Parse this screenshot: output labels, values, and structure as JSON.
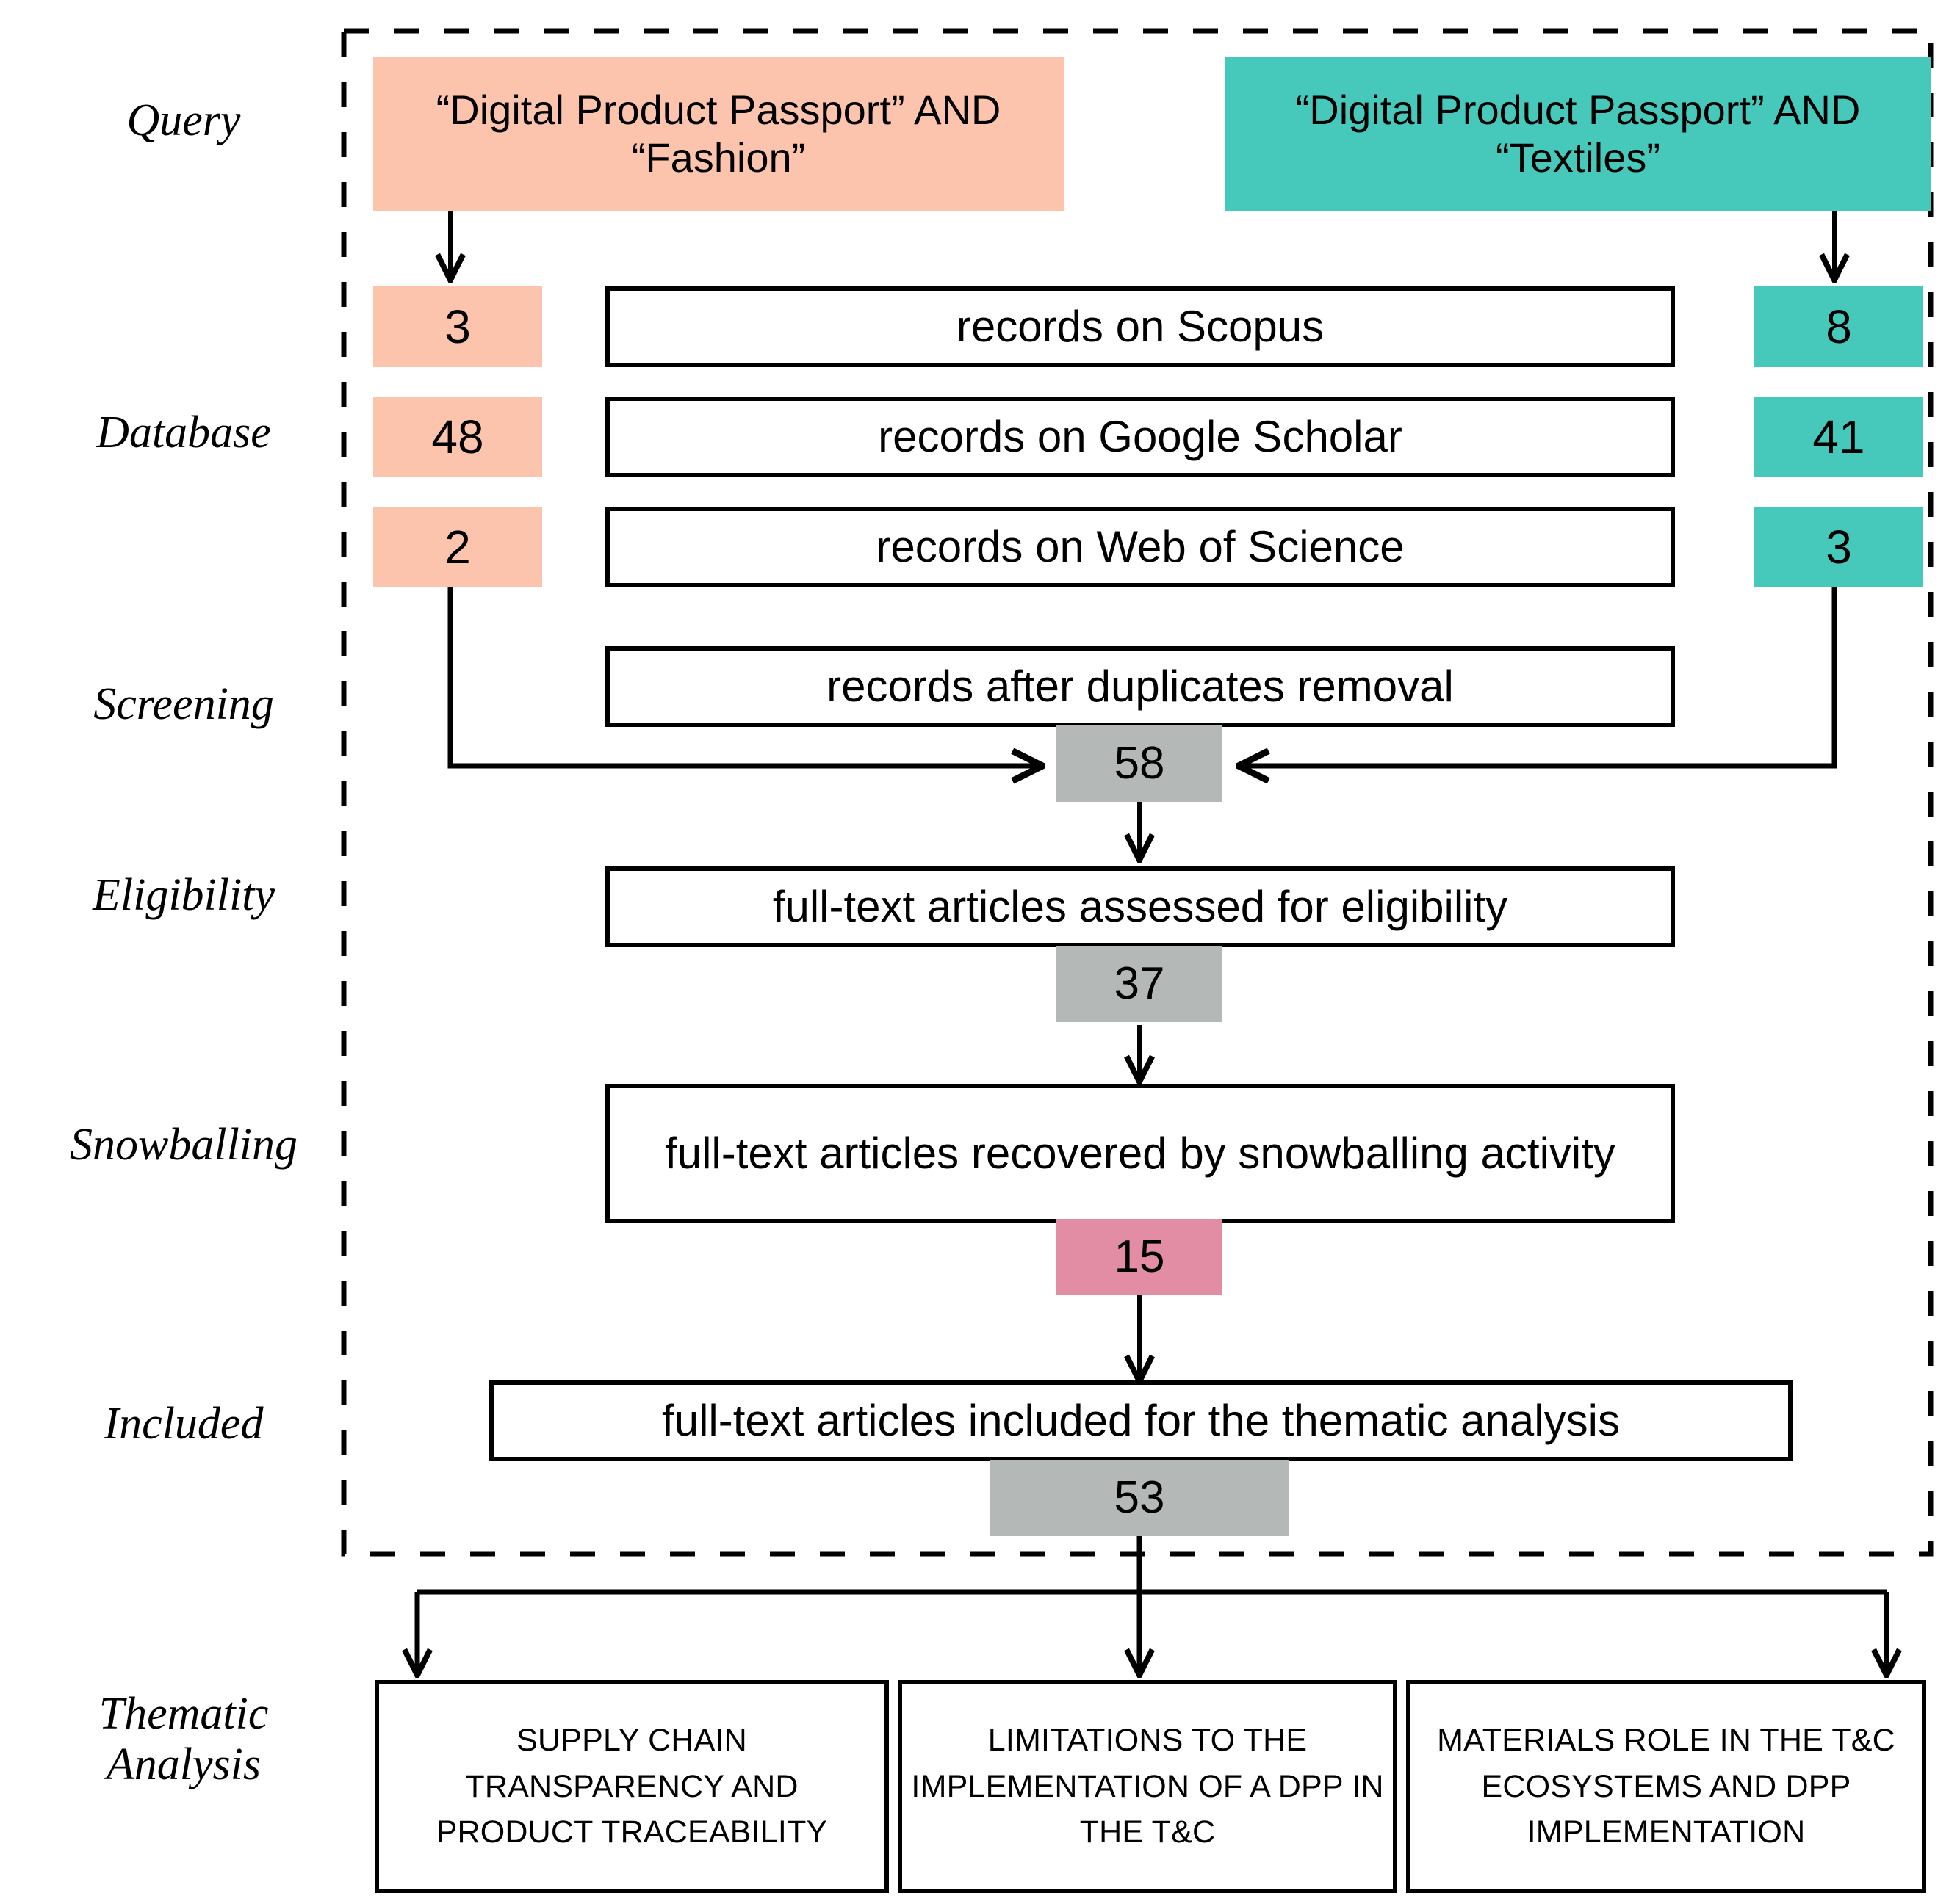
{
  "diagram": {
    "title": "PRISMA study selection flow diagram",
    "colors": {
      "salmon": "#FCC3AD",
      "teal": "#46C8BB",
      "gray": "#B4B8B7",
      "rose": "#E28DA4",
      "stroke": "#000000",
      "background": "#FFFFFF"
    },
    "dashed_border": {
      "style": "dashed",
      "color": "#000000"
    }
  },
  "stage_labels": [
    {
      "id": "query",
      "text": "Query"
    },
    {
      "id": "database",
      "text": "Database"
    },
    {
      "id": "screening",
      "text": "Screening"
    },
    {
      "id": "eligibility",
      "text": "Eligibility"
    },
    {
      "id": "snowballing",
      "text": "Snowballing"
    },
    {
      "id": "included",
      "text": "Included"
    },
    {
      "id": "thematic",
      "text": "Thematic\nAnalysis"
    }
  ],
  "queries": {
    "left": {
      "text": "“Digital Product Passport”\nAND “Fashion”",
      "color": "#FCC3AD"
    },
    "right": {
      "text": "“Digital Product Passport”\nAND “Textiles”",
      "color": "#46C8BB"
    }
  },
  "databases": [
    {
      "label": "records on Scopus",
      "left_count": "3",
      "right_count": "8"
    },
    {
      "label": "records on Google Scholar",
      "left_count": "48",
      "right_count": "41"
    },
    {
      "label": "records on Web of Science",
      "left_count": "2",
      "right_count": "3"
    }
  ],
  "stages": [
    {
      "id": "screening",
      "label": "records after duplicates removal",
      "count": "58",
      "count_color": "#B4B8B7"
    },
    {
      "id": "eligibility",
      "label": "full-text articles assessed for eligibility",
      "count": "37",
      "count_color": "#B4B8B7"
    },
    {
      "id": "snowballing",
      "label": "full-text articles recovered by\nsnowballing activity",
      "count": "15",
      "count_color": "#E28DA4"
    },
    {
      "id": "included",
      "label": "full-text articles included for the thematic analysis",
      "count": "53",
      "count_color": "#B4B8B7"
    }
  ],
  "themes": [
    {
      "text": "SUPPLY CHAIN\nTRANSPARENCY AND\nPRODUCT TRACEABILITY"
    },
    {
      "text": "LIMITATIONS TO THE\nIMPLEMENTATION OF A\nDPP IN THE T&C"
    },
    {
      "text": "MATERIALS ROLE IN THE\nT&C ECOSYSTEMS AND\nDPP IMPLEMENTATION"
    }
  ]
}
